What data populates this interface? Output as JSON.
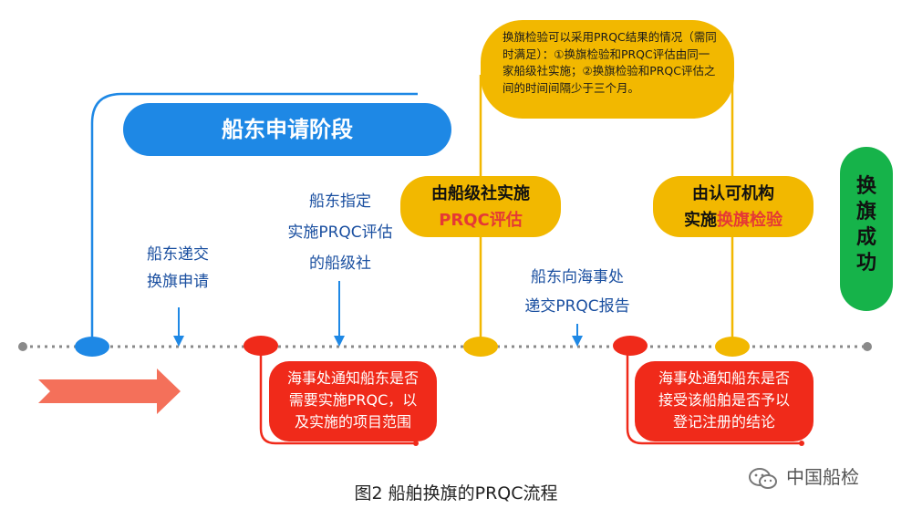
{
  "phase_label": "船东申请阶段",
  "note_text": "换旗检验可以采用PRQC结果的情况（需同时满足）：①换旗检验和PRQC评估由同一家船级社实施；②换旗检验和PRQC评估之间的时间间隔少于三个月。",
  "class_society_box": {
    "line1": "由船级社实施",
    "line2_red": "PRQC评估"
  },
  "recognized_org_box": {
    "line1": "由认可机构",
    "line2_plain": "实施",
    "line2_red": "换旗检验"
  },
  "success_label": [
    "换",
    "旗",
    "成",
    "功"
  ],
  "steps": [
    {
      "lines": [
        "船东递交",
        "换旗申请"
      ]
    },
    {
      "lines": [
        "船东指定",
        "实施PRQC评估",
        "的船级社"
      ]
    },
    {
      "lines": [
        "船东向海事处",
        "递交PRQC报告"
      ]
    }
  ],
  "notices": [
    {
      "lines": [
        "海事处通知船东是否",
        "需要实施PRQC，以",
        "及实施的项目范围"
      ]
    },
    {
      "lines": [
        "海事处通知船东是否",
        "接受该船舶是否予以",
        "登记注册的结论"
      ]
    }
  ],
  "caption": "图2  船舶换旗的PRQC流程",
  "watermark": "中国船检",
  "colors": {
    "blue": "#1e88e5",
    "gold": "#f2b800",
    "red": "#f02a1a",
    "green": "#16b34a",
    "arrow": "#f4705a",
    "dots": "#8a8a8a",
    "label_blue": "#1a4fa0"
  }
}
